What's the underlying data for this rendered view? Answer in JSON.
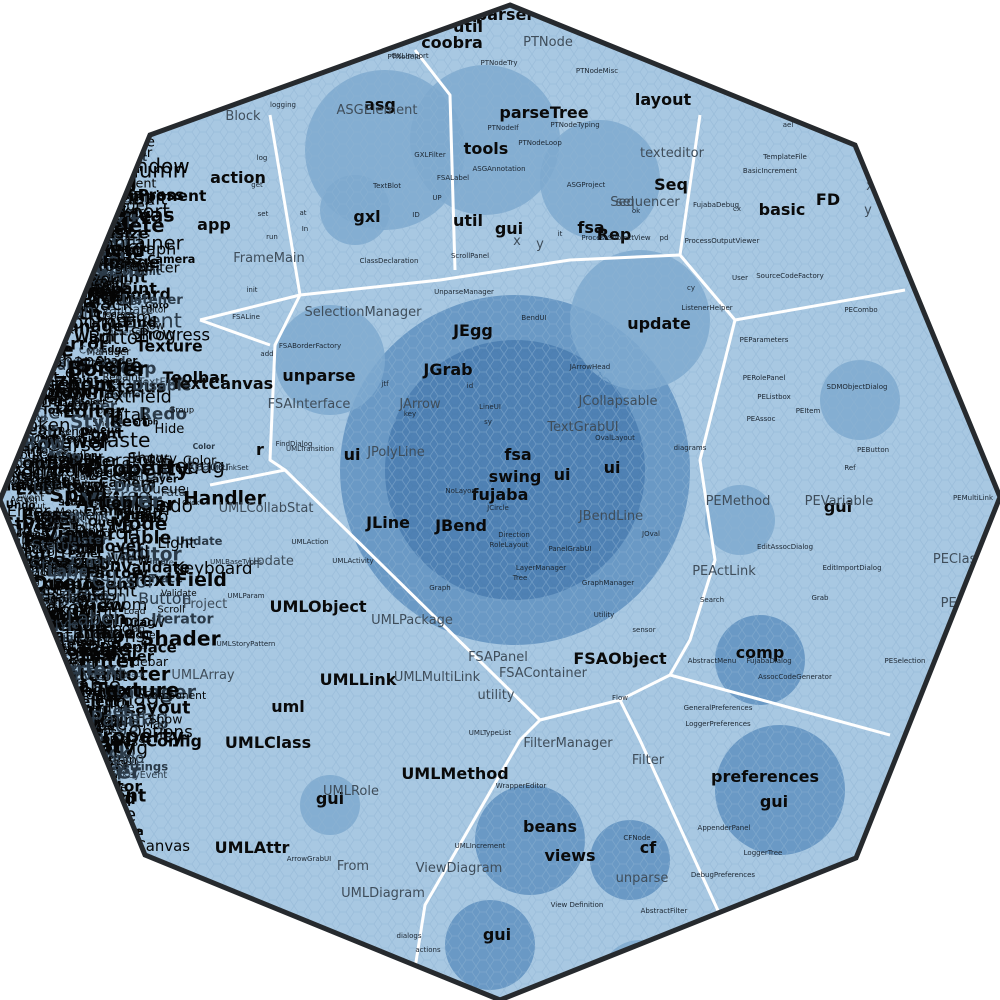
{
  "colors": {
    "outline": "#262a2e",
    "base_fill": "#9dc1dd",
    "mid_fill": "#7ea9cf",
    "deep_fill": "#5f90bf",
    "deepest_fill": "#4a7cb0",
    "boundary": "#ffffff",
    "label": "#0a0a0a",
    "label_faded": "#3f4d5a"
  },
  "labels": {
    "major": [
      "parser",
      "util",
      "coobra",
      "action",
      "app",
      "gxl",
      "util",
      "gui",
      "fsa",
      "Rep",
      "Seq",
      "layout",
      "parseTree",
      "tools",
      "asg",
      "basic",
      "FD",
      "update",
      "JEgg",
      "JGrab",
      "unparse",
      "fsa",
      "swing",
      "fujaba",
      "JLine",
      "JBend",
      "ui",
      "ui",
      "ui",
      "UMLObject",
      "UMLLink",
      "uml",
      "UMLClass",
      "UMLMethod",
      "gui",
      "UMLAttr",
      "FSAObject",
      "comp",
      "preferences",
      "gui",
      "beans",
      "views",
      "cf",
      "gui",
      "gui",
      "r",
      "TextCanvas"
    ],
    "medium": [
      "PTNode",
      "ASGElement",
      "Block",
      "FrameMain",
      "SelectionManager",
      "JPolyLine",
      "JArrow",
      "TextGrabUI",
      "JBendLine",
      "FSAInterface",
      "UMLCollabStat",
      "UMLPackage",
      "UMLMultiLink",
      "utility",
      "UMLArray",
      "UMLRole",
      "UMLDiagram",
      "FilterManager",
      "Filter",
      "ViewDiagram",
      "PEMethod",
      "PEVariable",
      "PEClass",
      "PEList",
      "PEActLink",
      "texteditor",
      "Sequencer",
      "unparse",
      "From",
      "Project",
      "x",
      "y",
      "x",
      "y",
      "sel",
      "update",
      "JCollapsable",
      "FSAPanel",
      "FSAContainer"
    ],
    "minor": [
      "PTNodeMisc",
      "PTNodeTry",
      "PTNodeId",
      "PTNodeIf",
      "PTNodeLoop",
      "PTNodeTyping",
      "ASGAnnotation",
      "ASGProject",
      "GXLImport",
      "GXLFilter",
      "TextBlot",
      "ClassDeclaration",
      "FSALabel",
      "ScrollPanel",
      "UnparseManager",
      "FSALine",
      "FSABorderFactory",
      "FindDialog",
      "UMLTransition",
      "UMLLinkSet",
      "UMLAction",
      "UMLActivity",
      "UMLBaseTypes",
      "UMLParam",
      "UMLStoryPattern",
      "UMLTypeList",
      "UMLIncrement",
      "ArrowGrabUI",
      "JArrowHead",
      "LineUI",
      "OvalLayout",
      "RoleLayout",
      "LayerManager",
      "GraphManager",
      "JCircle",
      "JOval",
      "Direction",
      "PanelGrabUI",
      "BasicIncrement",
      "TemplateFile",
      "SourceCodeFactory",
      "FujabaDebug",
      "ProcessOutputViewer",
      "PECombo",
      "PEParameters",
      "PERolePanel",
      "PEListbox",
      "PEButton",
      "PEMultiLink",
      "PEAssoc",
      "PEItem",
      "PESelection",
      "SDMObjectDialog",
      "EditAssocDialog",
      "EditImportDialog",
      "FujabaDialog",
      "AssocCodeGenerator",
      "AbstractMenu",
      "GeneralPreferences",
      "LoggerPreferences",
      "LoggerTree",
      "AppenderPanel",
      "DebugPreferences",
      "CFNode",
      "AbstractFilter",
      "View Definition",
      "WrapperEditor",
      "ListenerHelper",
      "ProcessSubjectView",
      "BendUI",
      "NoLayout",
      "dialogs",
      "actions",
      "logging",
      "log",
      "get",
      "set",
      "run",
      "init",
      "add",
      "id",
      "key",
      "jtf",
      "sy",
      "cx",
      "cy",
      "UP",
      "at",
      "ID",
      "In",
      "ael",
      "pd",
      "ok",
      "it",
      "Utility",
      "Flow",
      "sensor",
      "diagrams",
      "Graph",
      "Tree",
      "Search",
      "User",
      "Grab",
      "Ref"
    ],
    "crowd": [
      "TextField",
      "KeyEvent",
      "Window",
      "Frame",
      "Label",
      "Menu",
      "Panel",
      "Dialog",
      "Button",
      "Layout",
      "Component",
      "Container",
      "Event",
      "Listener",
      "Handler",
      "Manager",
      "Factory",
      "Model",
      "View",
      "Editor",
      "Viewer",
      "Options",
      "Settings",
      "Property",
      "Action",
      "Command",
      "Cursor",
      "Font",
      "Color",
      "Image",
      "Icon",
      "Border",
      "Style",
      "Theme",
      "Shape",
      "Point",
      "Line",
      "Path",
      "Rect",
      "Size",
      "Scroll",
      "Split",
      "Tab",
      "Tree",
      "Table",
      "Cell",
      "Row",
      "Column",
      "Header",
      "Footer",
      "Sidebar",
      "Toolbar",
      "Status",
      "Progress",
      "Timer",
      "Thread",
      "Task",
      "Job",
      "Queue",
      "Stack",
      "List",
      "Map",
      "Set",
      "Iterator",
      "Reader",
      "Writer",
      "Stream",
      "Buffer",
      "Parser",
      "Lexer",
      "Token",
      "Node",
      "Edge",
      "Graph",
      "Vertex",
      "Cluster",
      "Group",
      "Layer",
      "Scene",
      "Camera",
      "Light",
      "Mesh",
      "Texture",
      "Shader",
      "Render",
      "Paint",
      "Draw",
      "Canvas",
      "Print",
      "Export",
      "Import",
      "Save",
      "Load",
      "Open",
      "Close",
      "Undo",
      "Redo",
      "Cut",
      "Copy",
      "Paste",
      "Delete",
      "Select",
      "Find",
      "Replace",
      "Goto",
      "Zoom",
      "Pan",
      "Fit",
      "Grid",
      "Snap",
      "Align",
      "Order",
      "Align",
      "Mode",
      "State",
      "Config",
      "Log",
      "Debug",
      "Trace",
      "Info",
      "Warn",
      "Error",
      "Fatal",
      "Keyboard",
      "Mouse",
      "Focus",
      "Drag",
      "Drop",
      "Click",
      "Hover",
      "Press",
      "Release",
      "Enter",
      "Exit",
      "Resize",
      "Move",
      "Show",
      "Hide",
      "Enable",
      "Disable",
      "Update",
      "Refresh",
      "Repaint",
      "Validate",
      "Commit",
      "Rollback"
    ]
  }
}
